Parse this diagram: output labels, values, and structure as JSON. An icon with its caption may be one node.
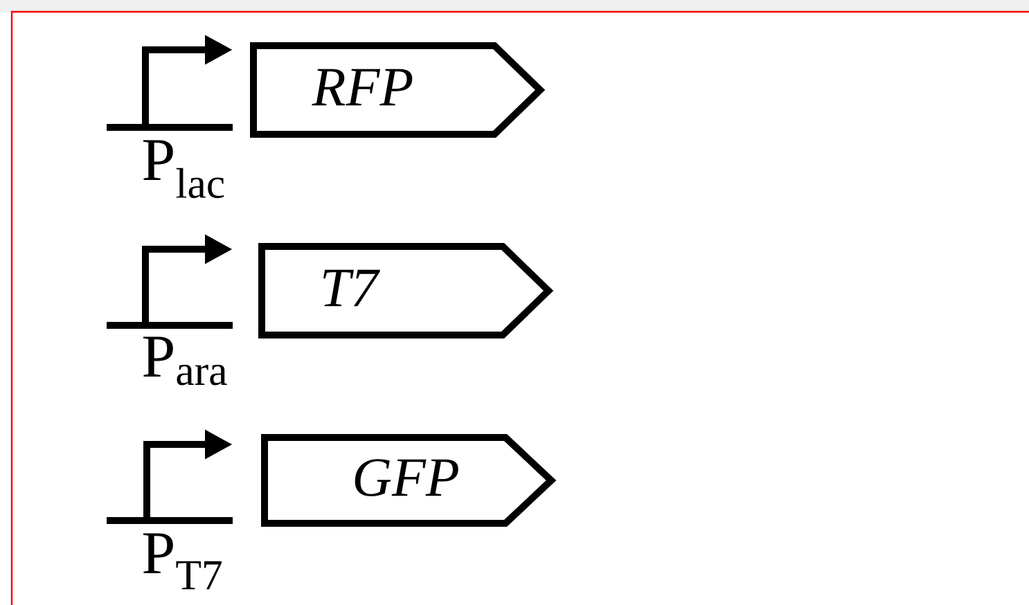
{
  "diagram": {
    "nodes": [
      {
        "text": [
          "RFP"
        ]
      },
      {
        "text": [
          "T7"
        ]
      },
      {
        "text": [
          "GFP"
        ]
      }
    ],
    "labels": [
      "P$_{lac}$",
      "P$_{ara}$",
      "P$_{T7}$"
    ]
  }
}
